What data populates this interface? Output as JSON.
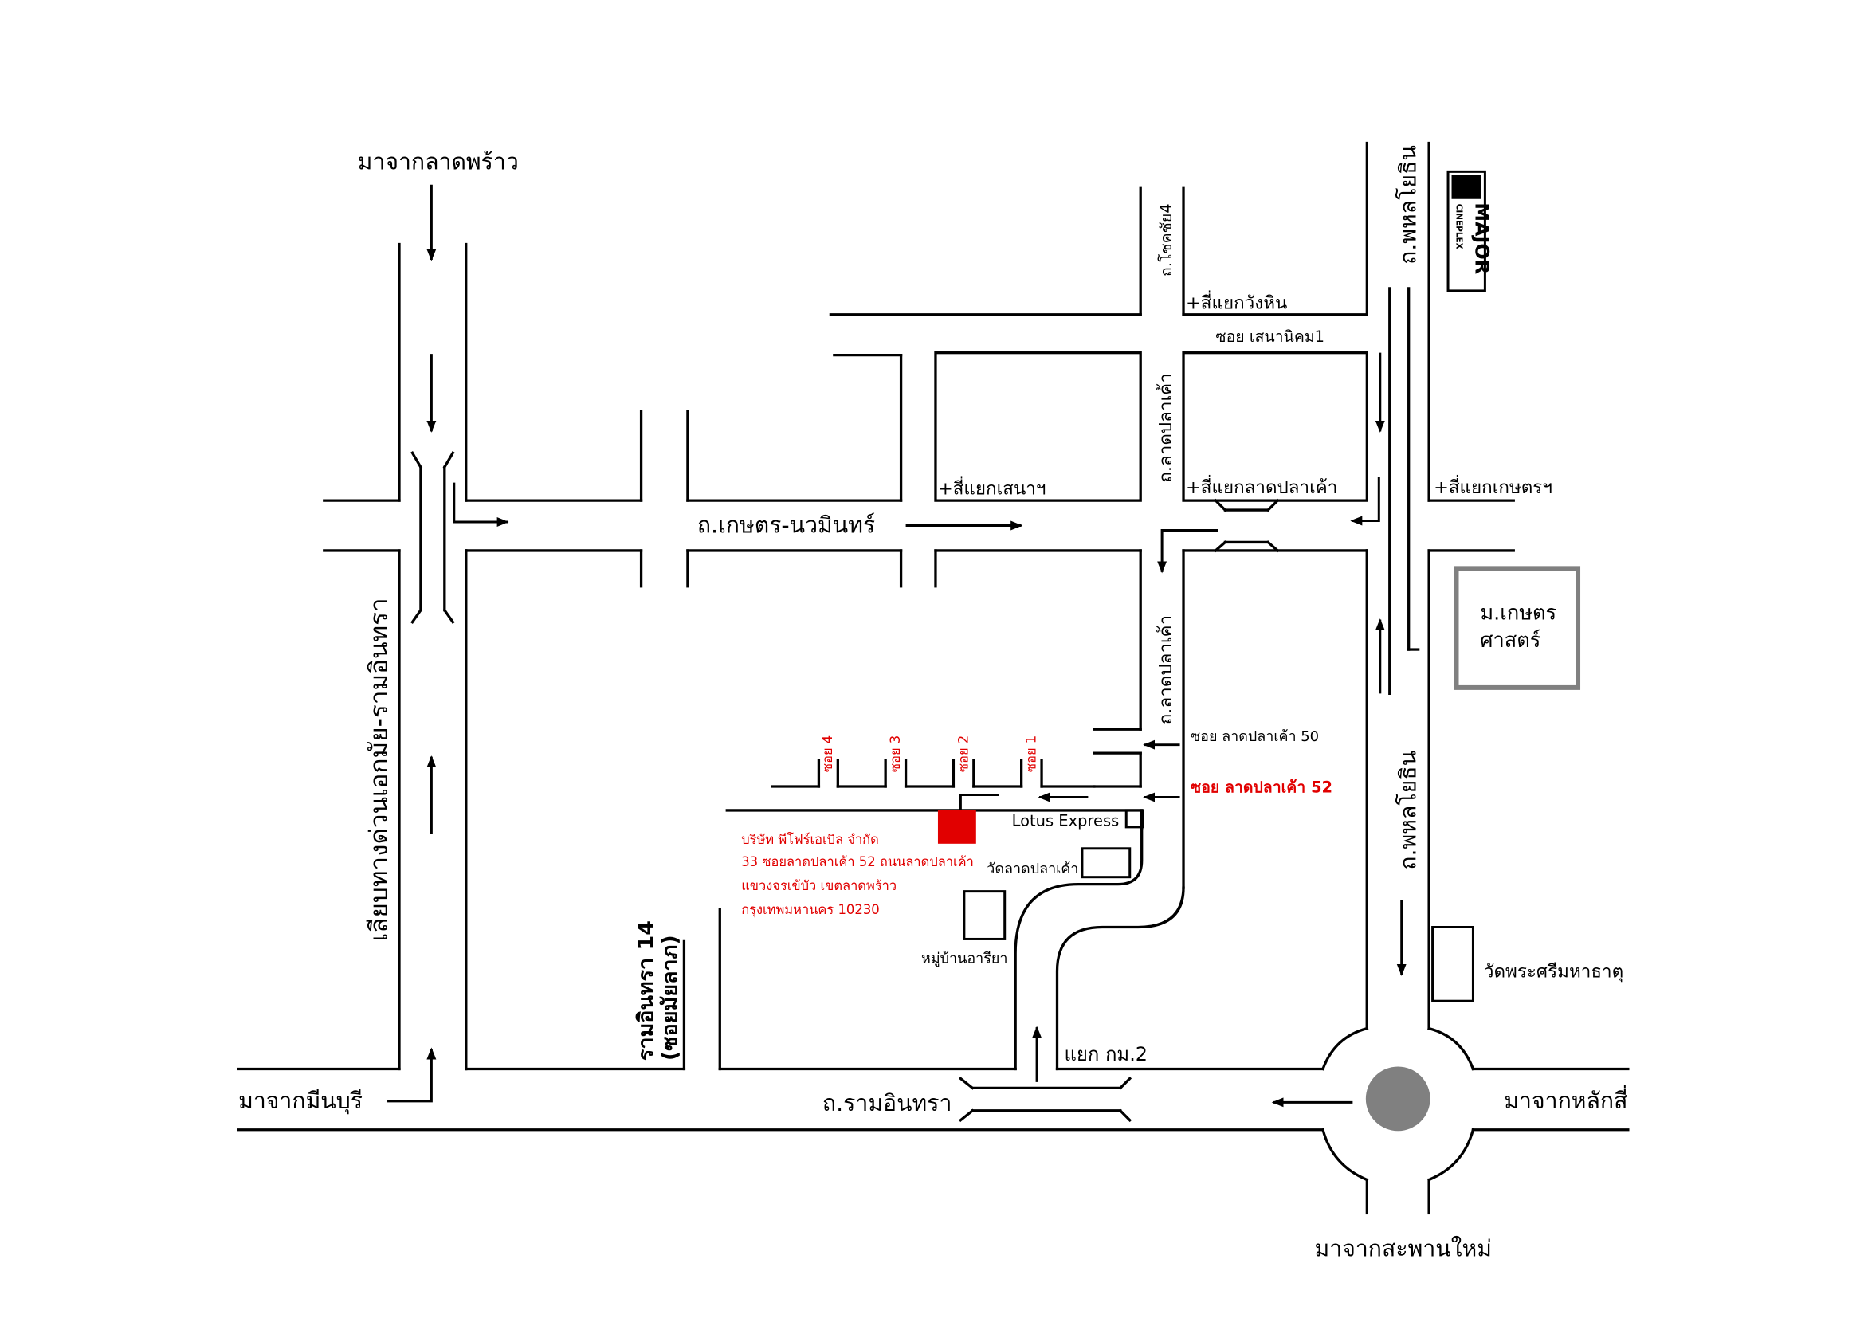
{
  "map": {
    "labels": {
      "from_ladprao": "มาจากลาดพร้าว",
      "from_minburi": "มาจากมีนบุรี",
      "from_laksi": "มาจากหลักสี่",
      "from_saphan_mai": "มาจากสะพานใหม่",
      "bypass_road": "เลียบทางด่วนเอกมัย-รามอินทรา",
      "kaset_nawamin_rd": "ถ.เกษตร-นวมินทร์",
      "ram_inthra_rd": "ถ.รามอินทรา",
      "ram_inthra_14_line1": "รามอินทรา 14",
      "ram_inthra_14_line2": "(ซอยมัยลาภ)",
      "chok_chai_4": "ถ.โชคชัย4",
      "lat_pla_khao_upper": "ถ.ลาดปลาเค้า",
      "lat_pla_khao_lower": "ถ.ลาดปลาเค้า",
      "phahon_upper": "ถ.พหลโยธิน",
      "phahon_lower": "ถ.พหลโยธิน",
      "wang_hin_junction": "+สี่แยกวังหิน",
      "soi_senanikhom": "ซอย เสนานิคม1",
      "sena_junction": "+สี่แยกเสนาฯ",
      "lat_pla_khao_junction": "+สี่แยกลาดปลาเค้า",
      "kaset_junction": "+สี่แยกเกษตรฯ",
      "kasetsart_line1": "ม.เกษตร",
      "kasetsart_line2": "ศาสตร์",
      "soi_50": "ซอย  ลาดปลาเค้า  50",
      "soi_52": "ซอย  ลาดปลาเค้า  52",
      "lotus": "Lotus Express",
      "wat_lat_pla_khao": "วัดลาดปลาเค้า",
      "ariya_village": "หมู่บ้านอารียา",
      "km2_junction": "แยก  กม.2",
      "wat_phra_sri": "วัดพระศรีมหาธาตุ",
      "soi_1": "ซอย 1",
      "soi_2": "ซอย 2",
      "soi_3": "ซอย 3",
      "soi_4": "ซอย 4",
      "major_logo": "MAJOR",
      "cineplex_logo": "CINEPLEX"
    },
    "address": {
      "line1": "บริษัท พีโฟร์เอเบิล จำกัด",
      "line2": "33 ซอยลาดปลาเค้า 52 ถนนลาดปลาเค้า",
      "line3": "แขวงจรเข้บัว เขตลาดพร้าว",
      "line4": "กรุงเทพมหานคร 10230"
    },
    "colors": {
      "road": "#000000",
      "accent_red": "#e10000",
      "roundabout": "#808080",
      "university_box": "#808080"
    }
  }
}
